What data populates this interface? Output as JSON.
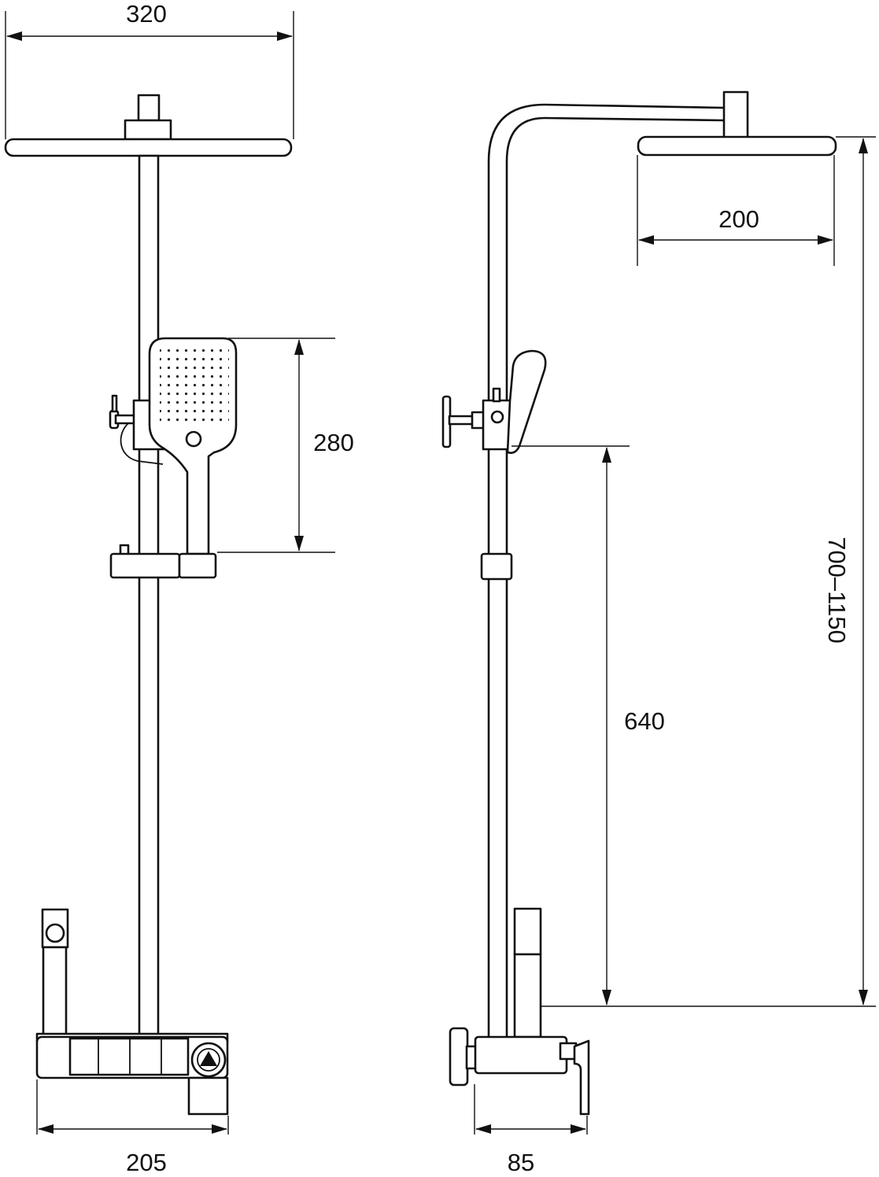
{
  "dimensions": {
    "head_width_front": "320",
    "head_width_side": "200",
    "handset_length": "280",
    "handset_to_outlet": "640",
    "rail_height_range": "700–1150",
    "mixer_width": "205",
    "mixer_depth": "85"
  }
}
